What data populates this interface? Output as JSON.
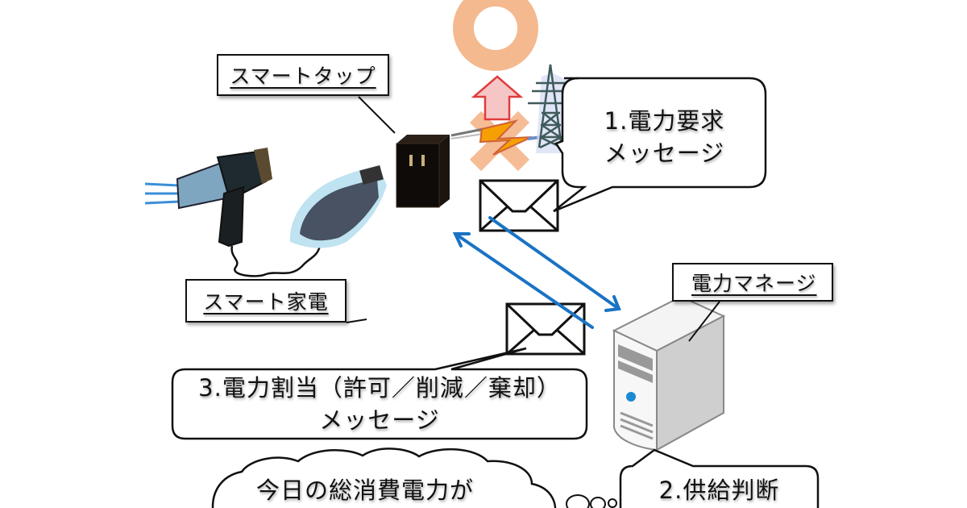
{
  "labels": {
    "smart_tap": "スマートタップ",
    "smart_appliance": "スマート家電",
    "power_manager": "電力マネージ"
  },
  "callouts": {
    "request_line1": "1.電力要求",
    "request_line2": "メッセージ",
    "supply_decision": "2.供給判断",
    "allocation_line1": "3.電力割当（許可／削減／棄却）",
    "allocation_line2": "メッセージ",
    "thought_line1": "今日の総消費電力が"
  },
  "symbols": {
    "allowed": "circle-ok",
    "denied": "cross-ng",
    "increase": "arrow-up"
  },
  "colors": {
    "arrow_blue": "#1a73c4",
    "symbol_orange": "#f4b183",
    "arrow_up_red": "#e03c3c",
    "bolt_orange": "#f5a000"
  }
}
